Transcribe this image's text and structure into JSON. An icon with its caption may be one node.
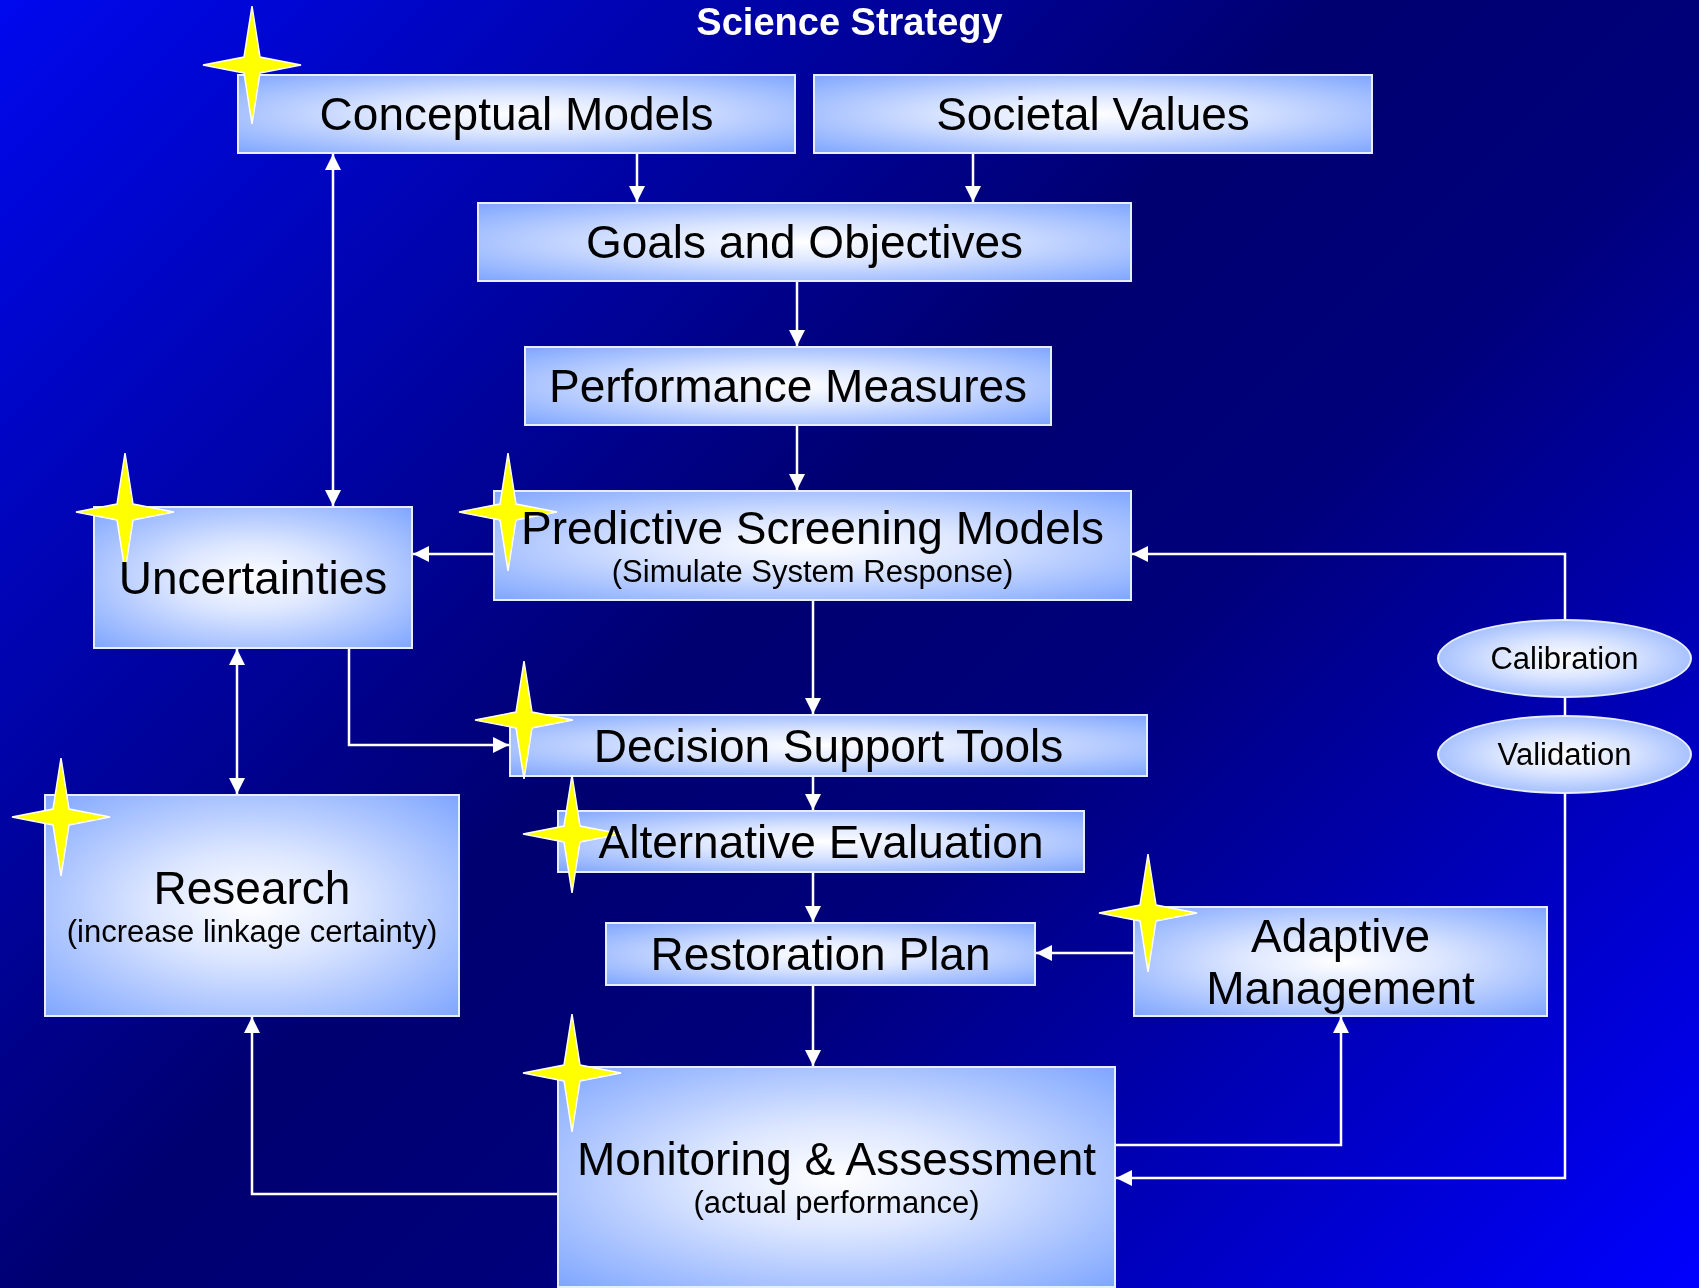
{
  "diagram": {
    "title": "Science Strategy",
    "nodes": [
      {
        "text": [
          "Conceptual Models"
        ]
      },
      {
        "text": [
          "Societal Values"
        ]
      },
      {
        "text": [
          "Goals and Objectives"
        ]
      },
      {
        "text": [
          "Performance Measures"
        ]
      },
      {
        "text": [
          "Uncertainties"
        ]
      },
      {
        "text": [
          "Predictive Screening Models",
          "(Simulate System Response)"
        ]
      },
      {
        "text": [
          "Calibration"
        ]
      },
      {
        "text": [
          "Decision Support Tools"
        ]
      },
      {
        "text": [
          "Validation"
        ]
      },
      {
        "text": [
          "Alternative Evaluation"
        ]
      },
      {
        "text": [
          "Research",
          "(increase linkage certainty)"
        ]
      },
      {
        "text": [
          "Restoration Plan"
        ]
      },
      {
        "text": [
          "Adaptive Management"
        ]
      },
      {
        "text": [
          "Monitoring & Assessment",
          "(actual performance)"
        ]
      }
    ],
    "edges": [
      {
        "from": 0,
        "to": 2,
        "arrow": "to"
      },
      {
        "from": 1,
        "to": 2,
        "arrow": "to"
      },
      {
        "from": 2,
        "to": 3,
        "arrow": "to"
      },
      {
        "from": 3,
        "to": 5,
        "arrow": "to"
      },
      {
        "from": 5,
        "to": 4,
        "arrow": "to"
      },
      {
        "from": 4,
        "to": 0,
        "arrow": "both"
      },
      {
        "from": 5,
        "to": 7,
        "arrow": "to"
      },
      {
        "from": 4,
        "to": 7,
        "arrow": "to"
      },
      {
        "from": 4,
        "to": 10,
        "arrow": "both"
      },
      {
        "from": 7,
        "to": 9,
        "arrow": "to"
      },
      {
        "from": 9,
        "to": 11,
        "arrow": "to"
      },
      {
        "from": 11,
        "to": 13,
        "arrow": "to"
      },
      {
        "from": 12,
        "to": 11,
        "arrow": "to"
      },
      {
        "from": 13,
        "to": 12,
        "arrow": "to"
      },
      {
        "from": 13,
        "to": 10,
        "arrow": "to"
      },
      {
        "from": 6,
        "to": 5,
        "arrow": "to"
      },
      {
        "from": 8,
        "to": 6,
        "arrow": "none"
      },
      {
        "from": 8,
        "to": 13,
        "arrow": "to"
      }
    ]
  }
}
